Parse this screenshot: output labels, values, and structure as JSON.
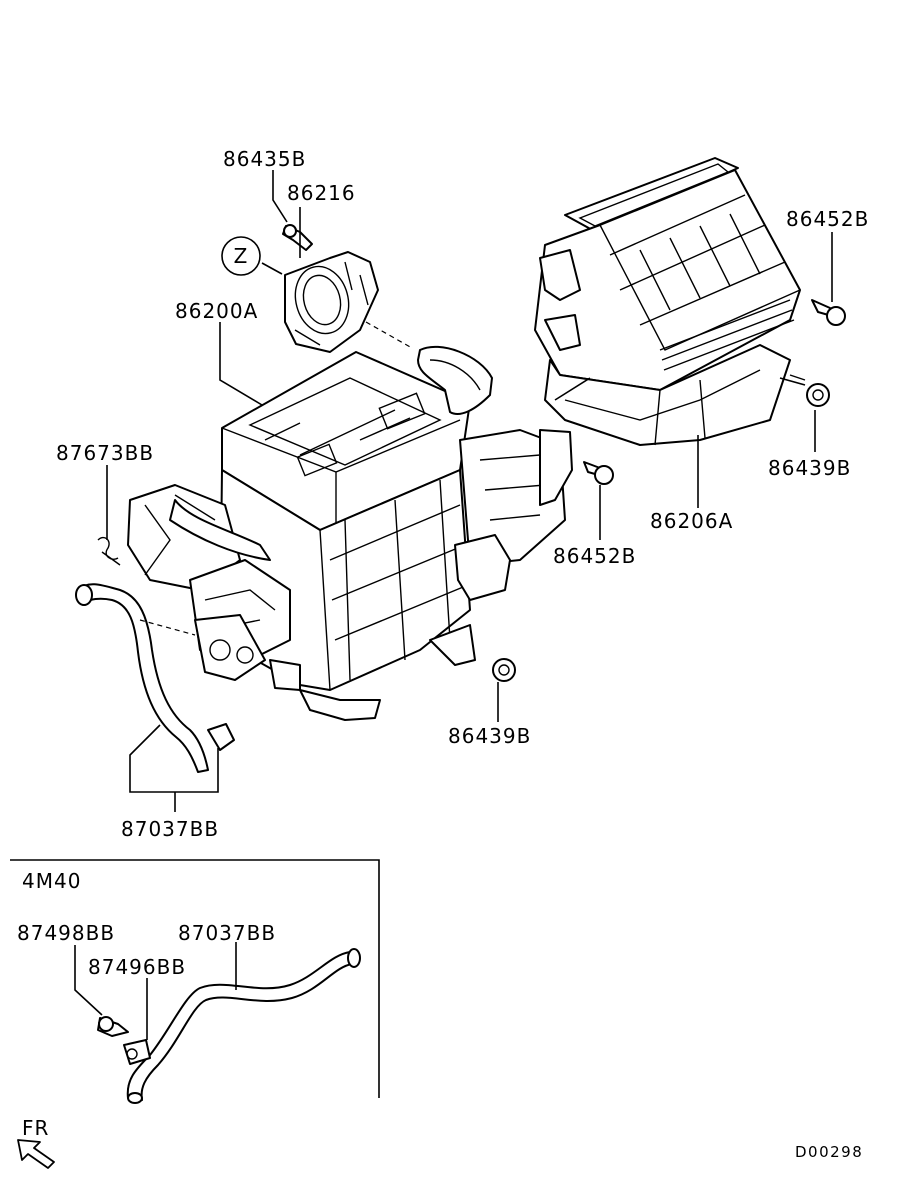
{
  "labels": {
    "p86435B": "86435B",
    "p86216": "86216",
    "p86200A": "86200A",
    "z_marker": "Z",
    "p86452B_top": "86452B",
    "p86439B_right": "86439B",
    "p86206A": "86206A",
    "p86452B_mid": "86452B",
    "p87673BB": "87673BB",
    "p86439B_bottom": "86439B",
    "p87037BB_main": "87037BB",
    "p87498BB": "87498BB",
    "p87037BB_inset": "87037BB",
    "p87496BB": "87496BB"
  },
  "inset": {
    "title": "4M40"
  },
  "direction": {
    "label": "FR"
  },
  "code": {
    "text": "D00298"
  }
}
